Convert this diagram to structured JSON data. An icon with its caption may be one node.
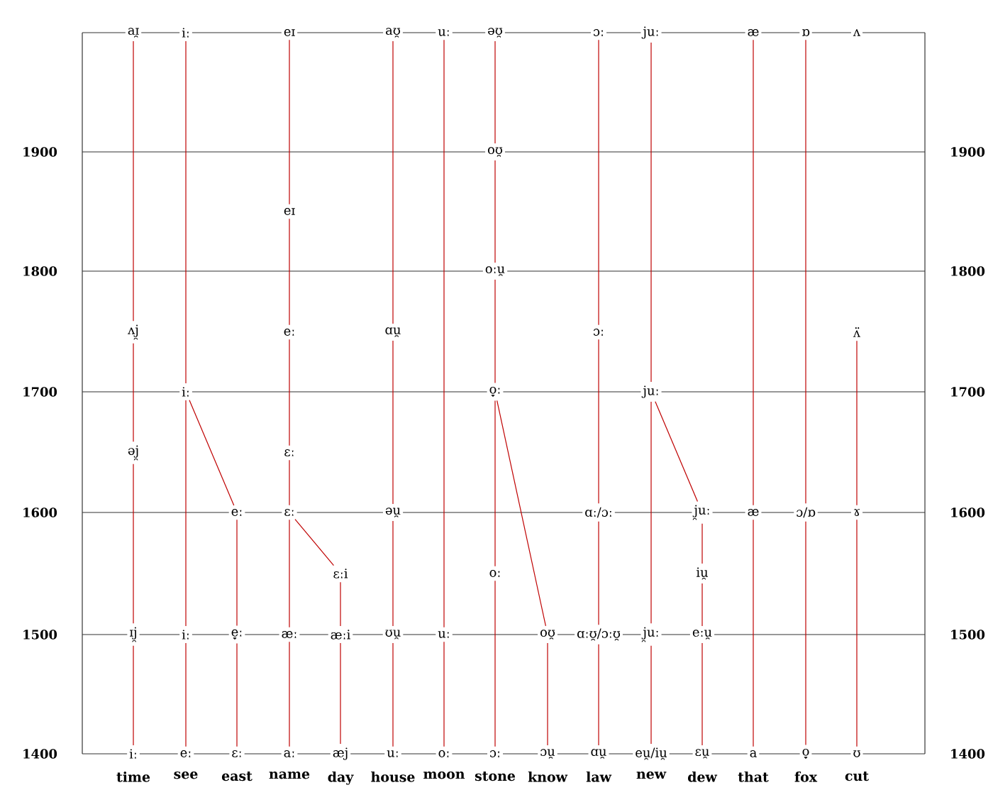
{
  "diagram": {
    "nodes": [
      {
        "text": [
          "aɪ̯"
        ]
      },
      {
        "text": [
          "iː"
        ]
      },
      {
        "text": [
          "eɪ"
        ]
      },
      {
        "text": [
          "aʊ̯"
        ]
      },
      {
        "text": [
          "uː"
        ]
      },
      {
        "text": [
          "əʊ̯"
        ]
      },
      {
        "text": [
          "ɔː"
        ]
      },
      {
        "text": [
          "juː"
        ]
      },
      {
        "text": [
          "æ"
        ]
      },
      {
        "text": [
          "ɒ"
        ]
      },
      {
        "text": [
          "ʌ"
        ]
      },
      {
        "text": [
          "oʊ̯"
        ]
      },
      {
        "text": [
          "eɪ"
        ]
      },
      {
        "text": [
          "oːu̯"
        ]
      },
      {
        "text": [
          "ʌj̯"
        ]
      },
      {
        "text": [
          "eː"
        ]
      },
      {
        "text": [
          "ɑu̯"
        ]
      },
      {
        "text": [
          "ɔː"
        ]
      },
      {
        "text": [
          "ʌ̈"
        ]
      },
      {
        "text": [
          "iː"
        ]
      },
      {
        "text": [
          "o̞ː"
        ]
      },
      {
        "text": [
          "juː"
        ]
      },
      {
        "text": [
          "əj̯"
        ]
      },
      {
        "text": [
          "ɛː"
        ]
      },
      {
        "text": [
          "eː"
        ]
      },
      {
        "text": [
          "ɛː"
        ]
      },
      {
        "text": [
          "əu̯"
        ]
      },
      {
        "text": [
          "ɑː/ɔː"
        ]
      },
      {
        "text": [
          "j̯uː"
        ]
      },
      {
        "text": [
          "æ"
        ]
      },
      {
        "text": [
          "ɔ/ɒ"
        ]
      },
      {
        "text": [
          "ɤ"
        ]
      },
      {
        "text": [
          "ɛːi"
        ]
      },
      {
        "text": [
          "oː"
        ]
      },
      {
        "text": [
          "iu̯"
        ]
      },
      {
        "text": [
          "ɪj̯"
        ]
      },
      {
        "text": [
          "iː"
        ]
      },
      {
        "text": [
          "e̞ː"
        ]
      },
      {
        "text": [
          "æː"
        ]
      },
      {
        "text": [
          "æːi"
        ]
      },
      {
        "text": [
          "ʊu̯"
        ]
      },
      {
        "text": [
          "uː"
        ]
      },
      {
        "text": [
          "oʊ̯"
        ]
      },
      {
        "text": [
          "ɑːʊ̯/ɔːʊ̯"
        ]
      },
      {
        "text": [
          "j̯uː"
        ]
      },
      {
        "text": [
          "eːu̯"
        ]
      },
      {
        "text": [
          "iː"
        ]
      },
      {
        "text": [
          "eː"
        ]
      },
      {
        "text": [
          "ɛː"
        ]
      },
      {
        "text": [
          "aː"
        ]
      },
      {
        "text": [
          "æj"
        ]
      },
      {
        "text": [
          "uː"
        ]
      },
      {
        "text": [
          "oː"
        ]
      },
      {
        "text": [
          "ɔː"
        ]
      },
      {
        "text": [
          "ɔu̯"
        ]
      },
      {
        "text": [
          "ɑu̯"
        ]
      },
      {
        "text": [
          "eu̯/iu̯"
        ]
      },
      {
        "text": [
          "ɛu̯"
        ]
      },
      {
        "text": [
          "a"
        ]
      },
      {
        "text": [
          "o̞"
        ]
      },
      {
        "text": [
          "ʊ"
        ]
      }
    ],
    "edges": [
      {
        "from": 46,
        "to": 35,
        "arrow": "none"
      },
      {
        "from": 35,
        "to": 22,
        "arrow": "none"
      },
      {
        "from": 22,
        "to": 14,
        "arrow": "none"
      },
      {
        "from": 14,
        "to": 0,
        "arrow": "none"
      },
      {
        "from": 47,
        "to": 36,
        "arrow": "none"
      },
      {
        "from": 36,
        "to": 19,
        "arrow": "none"
      },
      {
        "from": 19,
        "to": 1,
        "arrow": "none"
      },
      {
        "from": 48,
        "to": 37,
        "arrow": "none"
      },
      {
        "from": 37,
        "to": 24,
        "arrow": "none"
      },
      {
        "from": 24,
        "to": 19,
        "arrow": "none"
      },
      {
        "from": 49,
        "to": 38,
        "arrow": "none"
      },
      {
        "from": 38,
        "to": 25,
        "arrow": "none"
      },
      {
        "from": 25,
        "to": 23,
        "arrow": "none"
      },
      {
        "from": 23,
        "to": 15,
        "arrow": "none"
      },
      {
        "from": 15,
        "to": 12,
        "arrow": "none"
      },
      {
        "from": 12,
        "to": 2,
        "arrow": "none"
      },
      {
        "from": 50,
        "to": 39,
        "arrow": "none"
      },
      {
        "from": 39,
        "to": 32,
        "arrow": "none"
      },
      {
        "from": 32,
        "to": 25,
        "arrow": "none"
      },
      {
        "from": 51,
        "to": 40,
        "arrow": "none"
      },
      {
        "from": 40,
        "to": 26,
        "arrow": "none"
      },
      {
        "from": 26,
        "to": 16,
        "arrow": "none"
      },
      {
        "from": 16,
        "to": 3,
        "arrow": "none"
      },
      {
        "from": 52,
        "to": 41,
        "arrow": "none"
      },
      {
        "from": 41,
        "to": 4,
        "arrow": "none"
      },
      {
        "from": 53,
        "to": 33,
        "arrow": "none"
      },
      {
        "from": 33,
        "to": 20,
        "arrow": "none"
      },
      {
        "from": 20,
        "to": 13,
        "arrow": "none"
      },
      {
        "from": 13,
        "to": 11,
        "arrow": "none"
      },
      {
        "from": 11,
        "to": 5,
        "arrow": "none"
      },
      {
        "from": 54,
        "to": 42,
        "arrow": "none"
      },
      {
        "from": 42,
        "to": 20,
        "arrow": "none"
      },
      {
        "from": 55,
        "to": 43,
        "arrow": "none"
      },
      {
        "from": 43,
        "to": 27,
        "arrow": "none"
      },
      {
        "from": 27,
        "to": 17,
        "arrow": "none"
      },
      {
        "from": 17,
        "to": 6,
        "arrow": "none"
      },
      {
        "from": 56,
        "to": 44,
        "arrow": "none"
      },
      {
        "from": 44,
        "to": 21,
        "arrow": "none"
      },
      {
        "from": 21,
        "to": 7,
        "arrow": "none"
      },
      {
        "from": 57,
        "to": 45,
        "arrow": "none"
      },
      {
        "from": 45,
        "to": 34,
        "arrow": "none"
      },
      {
        "from": 34,
        "to": 28,
        "arrow": "none"
      },
      {
        "from": 28,
        "to": 21,
        "arrow": "none"
      },
      {
        "from": 58,
        "to": 29,
        "arrow": "none"
      },
      {
        "from": 29,
        "to": 8,
        "arrow": "none"
      },
      {
        "from": 59,
        "to": 30,
        "arrow": "none"
      },
      {
        "from": 30,
        "to": 9,
        "arrow": "none"
      },
      {
        "from": 60,
        "to": 31,
        "arrow": "none"
      },
      {
        "from": 31,
        "to": 18,
        "arrow": "none"
      }
    ],
    "labels": [
      "1900",
      "1900",
      "1800",
      "1800",
      "1700",
      "1700",
      "1600",
      "1600",
      "1500",
      "1500",
      "1400",
      "1400",
      "time",
      "see",
      "east",
      "name",
      "day",
      "house",
      "moon",
      "stone",
      "know",
      "law",
      "new",
      "dew",
      "that",
      "fox",
      "cut"
    ]
  }
}
